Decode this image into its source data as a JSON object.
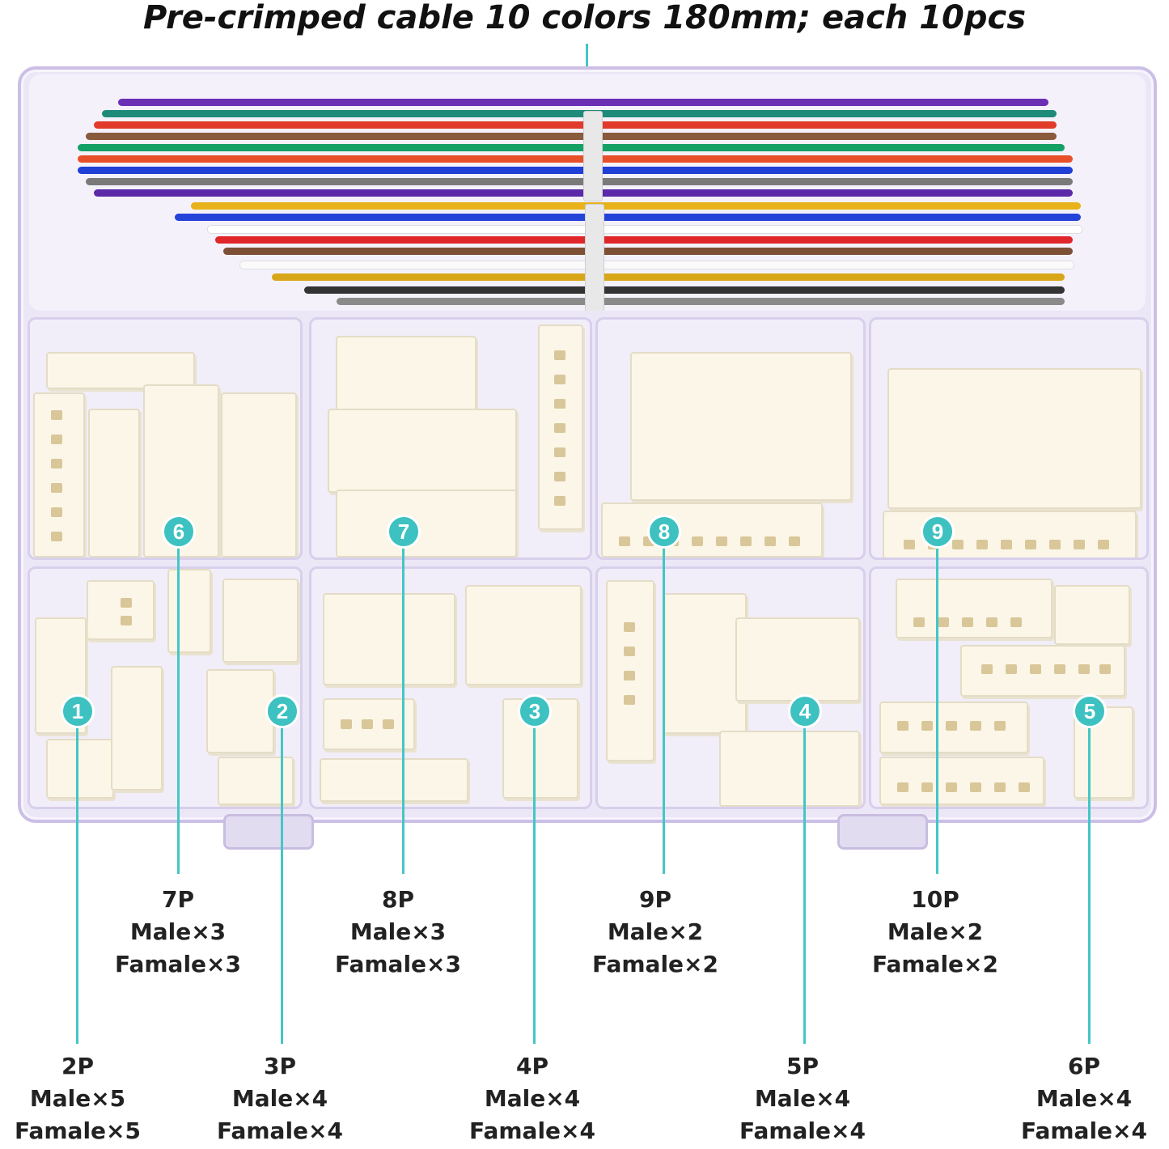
{
  "header": {
    "title": "Pre-crimped cable 10 colors 180mm; each 10pcs"
  },
  "colors": {
    "accent": "#3ec1c1",
    "box_border": "#cbbfe6",
    "connector": "#fbf6e7",
    "wires": [
      "#6a2fb5",
      "#1e8a7a",
      "#e23a2a",
      "#8a5a3c",
      "#1f3fd6",
      "#f2f2f2",
      "#e8b21a",
      "#7a7a7a",
      "#15a066",
      "#222222"
    ]
  },
  "markers": [
    "1",
    "2",
    "3",
    "4",
    "5",
    "6",
    "7",
    "8",
    "9"
  ],
  "labels": {
    "top": [
      {
        "size": "7P",
        "male": "Male×3",
        "female": "Famale×3"
      },
      {
        "size": "8P",
        "male": "Male×3",
        "female": "Famale×3"
      },
      {
        "size": "9P",
        "male": "Male×2",
        "female": "Famale×2"
      },
      {
        "size": "10P",
        "male": "Male×2",
        "female": "Famale×2"
      }
    ],
    "bottom": [
      {
        "size": "2P",
        "male": "Male×5",
        "female": "Famale×5"
      },
      {
        "size": "3P",
        "male": "Male×4",
        "female": "Famale×4"
      },
      {
        "size": "4P",
        "male": "Male×4",
        "female": "Famale×4"
      },
      {
        "size": "5P",
        "male": "Male×4",
        "female": "Famale×4"
      },
      {
        "size": "6P",
        "male": "Male×4",
        "female": "Famale×4"
      }
    ]
  }
}
